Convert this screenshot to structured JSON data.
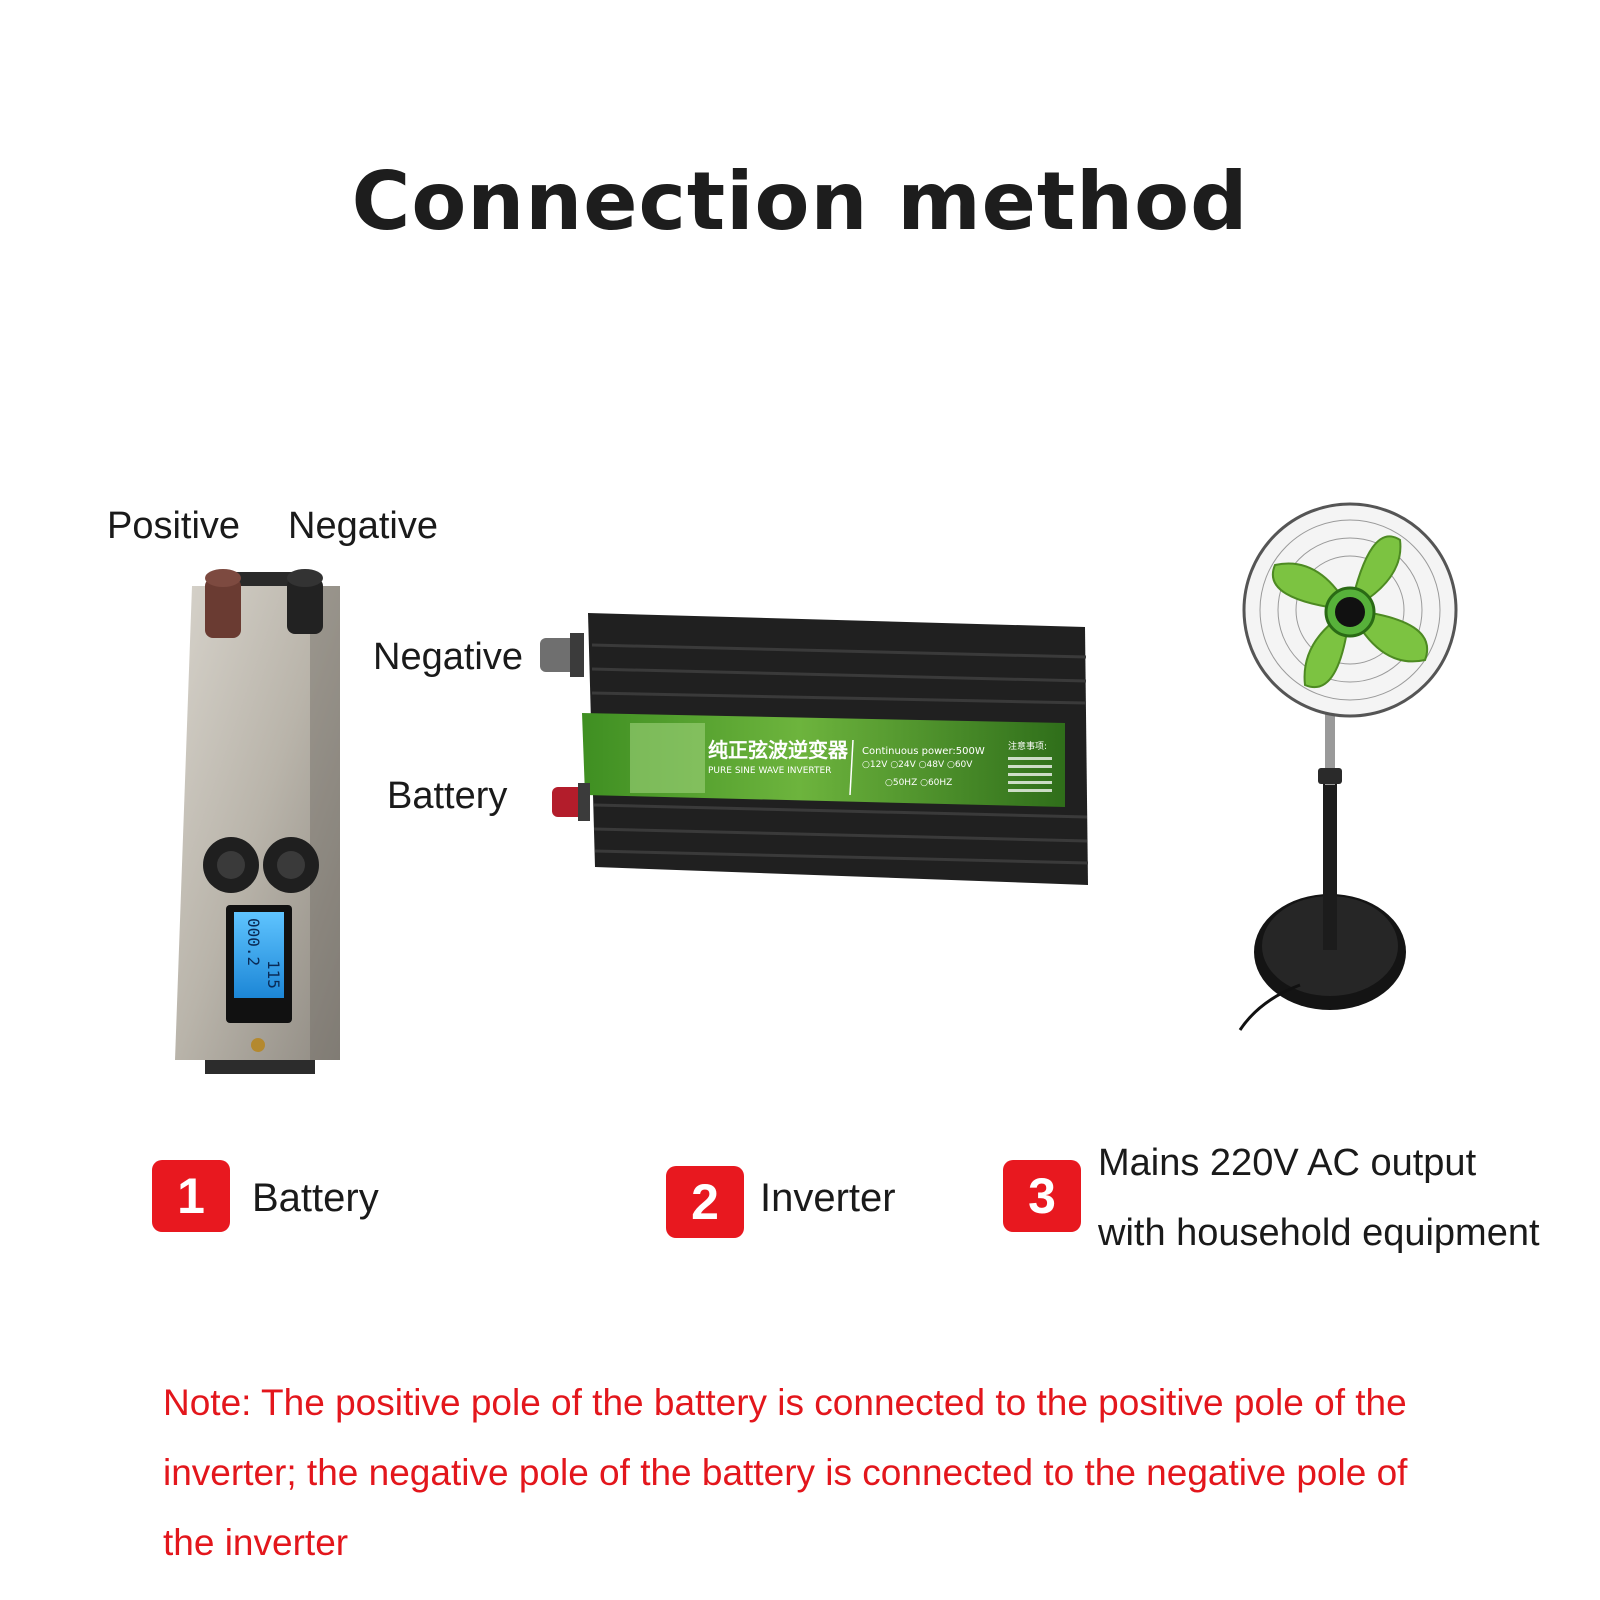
{
  "title": "Connection method",
  "battery_terminals": {
    "positive": "Positive",
    "negative": "Negative"
  },
  "inverter_terminals": {
    "negative": "Negative",
    "battery": "Battery"
  },
  "inverter_label": {
    "main": "纯正弦波逆变器",
    "sub": "PURE SINE WAVE INVERTER",
    "power": "Continuous power:500W",
    "voltages": "○12V ○24V ○48V ○60V",
    "freq": "○50HZ ○60HZ",
    "notice": "注意事项:"
  },
  "battery_display": {
    "line1": "000.2",
    "line2": "115"
  },
  "steps": [
    {
      "number": "1",
      "label": "Battery"
    },
    {
      "number": "2",
      "label": "Inverter"
    },
    {
      "number": "3",
      "label_line1": "Mains 220V AC output",
      "label_line2": "with household equipment"
    }
  ],
  "note": {
    "line1": "Note: The positive pole of the battery is connected to the positive pole of the",
    "line2": "inverter; the negative pole of the battery is connected to the negative pole of",
    "line3": "the inverter"
  },
  "colors": {
    "accent_red": "#e8181f",
    "note_red": "#e3161c",
    "inverter_green": "#5aa830",
    "fan_green": "#7cc341"
  }
}
